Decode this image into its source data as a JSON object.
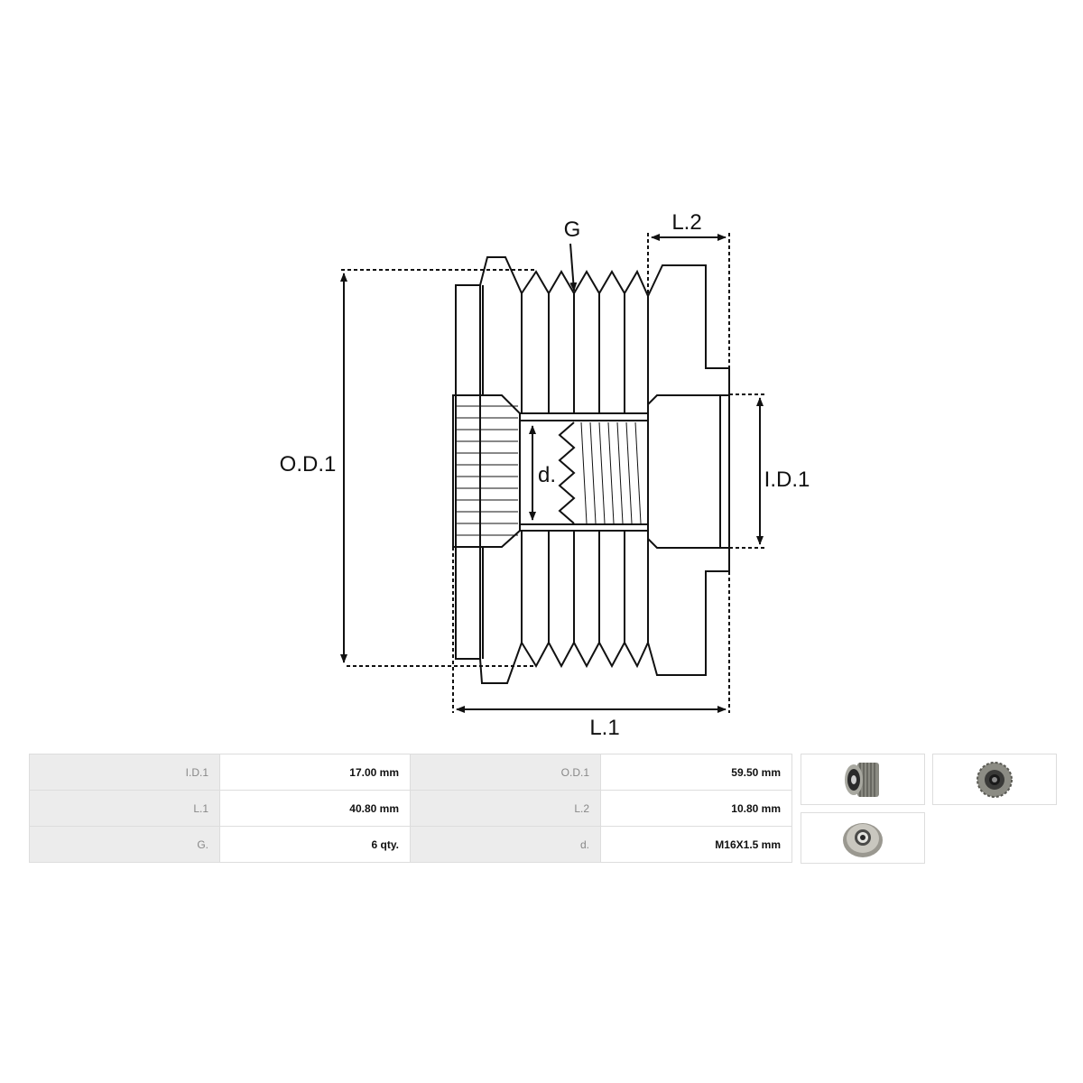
{
  "diagram": {
    "labels": {
      "groove": "G",
      "length2": "L.2",
      "outer_diameter": "O.D.1",
      "inner_diameter": "I.D.1",
      "thread": "d.",
      "length1": "L.1"
    }
  },
  "specs": {
    "rows": [
      {
        "label1": "I.D.1",
        "value1": "17.00 mm",
        "label2": "O.D.1",
        "value2": "59.50 mm"
      },
      {
        "label1": "L.1",
        "value1": "40.80 mm",
        "label2": "L.2",
        "value2": "10.80 mm"
      },
      {
        "label1": "G.",
        "value1": "6 qty.",
        "label2": "d.",
        "value2": "M16X1.5 mm"
      }
    ]
  },
  "thumbnails": [
    {
      "icon": "pulley-side-photo"
    },
    {
      "icon": "pulley-front-photo"
    },
    {
      "icon": "pulley-back-photo"
    }
  ]
}
